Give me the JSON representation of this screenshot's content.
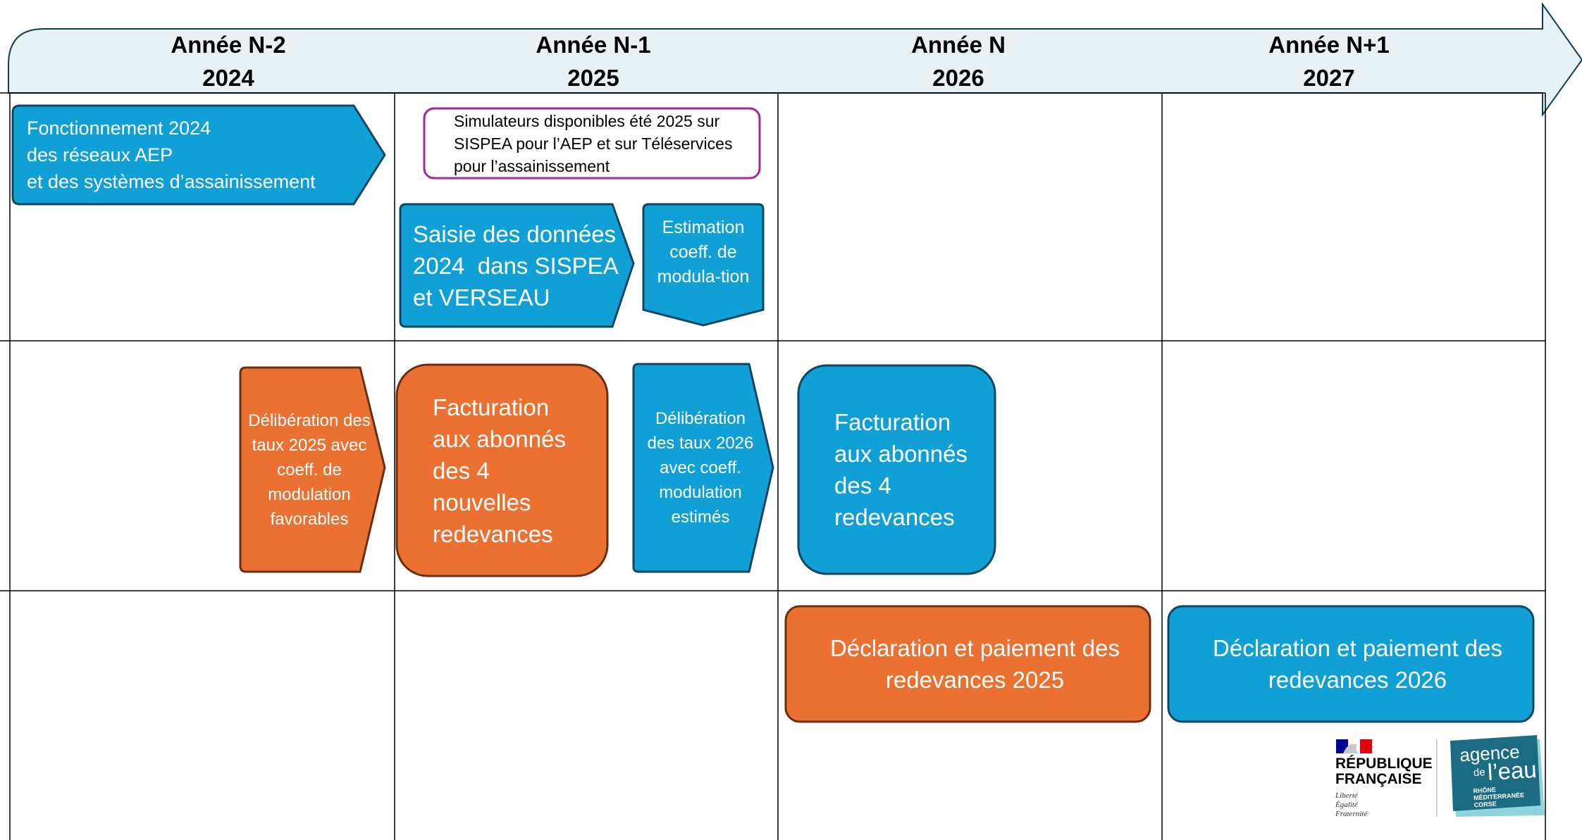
{
  "header": {
    "columns": [
      {
        "label": "Année N-2",
        "year": "2024"
      },
      {
        "label": "Année N-1",
        "year": "2025"
      },
      {
        "label": "Année N",
        "year": "2026"
      },
      {
        "label": "Année N+1",
        "year": "2027"
      }
    ]
  },
  "steps": {
    "fonctionnement": [
      "Fonctionnement 2024",
      "des réseaux AEP",
      "et des systèmes d’assainissement"
    ],
    "simulateurs": [
      "Simulateurs disponibles été 2025 sur",
      "SISPEA pour l’AEP et sur Téléservices",
      "pour l’assainissement"
    ],
    "saisie": [
      "Saisie des données",
      "2024  dans SISPEA",
      "et VERSEAU"
    ],
    "estimation": [
      "Estimation",
      "coeff. de",
      "modula-tion"
    ],
    "deliberation_2025": [
      "Délibération des",
      "taux 2025 avec",
      "coeff. de",
      "modulation",
      "favorables"
    ],
    "facturation_nouvelles": [
      "Facturation",
      "aux abonnés",
      "des 4",
      "nouvelles",
      "redevances"
    ],
    "deliberation_2026": [
      "Délibération",
      "des taux 2026",
      "avec coeff.",
      "modulation",
      "estimés"
    ],
    "facturation_4": [
      "Facturation",
      "aux abonnés",
      "des 4",
      "redevances"
    ],
    "declaration_2025": [
      "Déclaration et paiement des",
      "redevances 2025"
    ],
    "declaration_2026": [
      "Déclaration et paiement des",
      "redevances 2026"
    ]
  },
  "logos": {
    "republique": {
      "line1": "RÉPUBLIQUE",
      "line2": "FRANÇAISE",
      "motto": [
        "Liberté",
        "Égalité",
        "Fraternité"
      ]
    },
    "agence": {
      "agence": "agence",
      "de": "de",
      "leau": "l’eau",
      "region": [
        "RHÔNE",
        "MÉDITERRANÉE",
        "CORSE"
      ]
    }
  },
  "colors": {
    "blue": "#11A0D5",
    "blue_border": "#0E4763",
    "orange": "#EA7132",
    "orange_border": "#6B2E10",
    "purple_border": "#9E2A9A",
    "header_fill": "#E8F2F5",
    "grid": "#000000",
    "agence_teal": "#1B6C82",
    "flag_blue": "#000091",
    "flag_red": "#E1000F"
  }
}
